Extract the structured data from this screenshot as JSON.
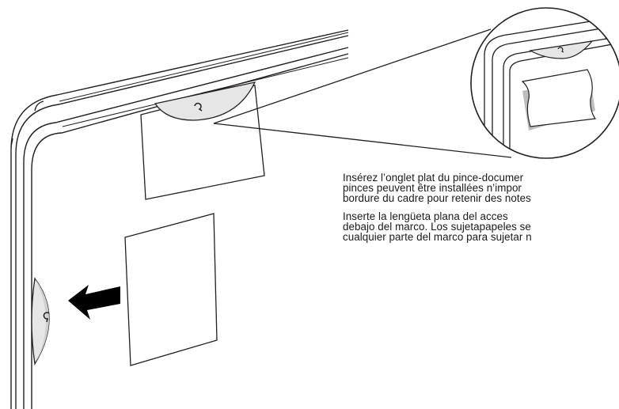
{
  "instructions": {
    "french": {
      "line1": "Insérez l’onglet plat du pince-documer",
      "line2": "pinces peuvent être installées n’impor",
      "line3": "bordure du cadre pour retenir des notes"
    },
    "spanish": {
      "line1": "Inserte la lengüeta plana del acces",
      "line2": "debajo del marco. Los sujetapapeles se",
      "line3": "cualquier parte del marco para sujetar n"
    }
  },
  "colors": {
    "stroke": "#231f20",
    "clip_fill": "#e6e6e6",
    "paper_fill": "#ffffff",
    "shadow_fill": "#bdbdbd",
    "arrow_fill": "#000000"
  },
  "icons": {
    "clip_mark": "curl-glyph",
    "arrow": "left-arrow"
  }
}
